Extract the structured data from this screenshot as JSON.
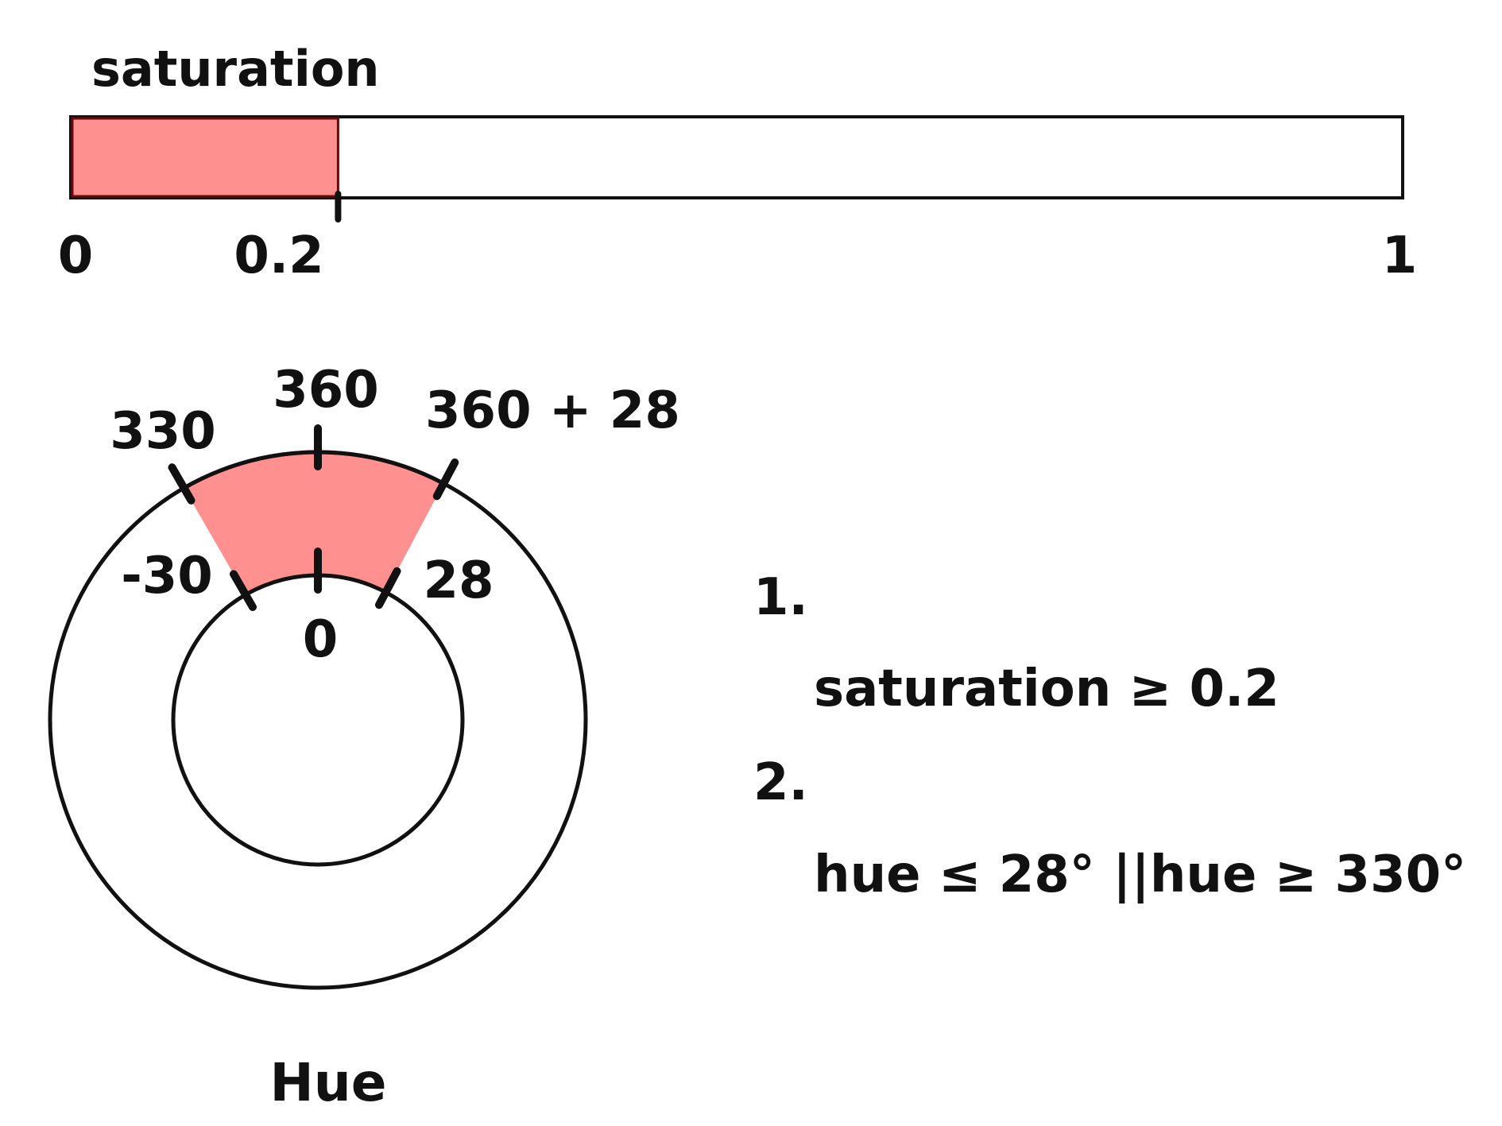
{
  "saturation": {
    "title": "saturation",
    "range": [
      0,
      1
    ],
    "threshold": 0.2,
    "tick_labels": {
      "min": "0",
      "threshold": "0.2",
      "max": "1"
    },
    "fill_color": "#ff9090",
    "edge_color": "#6b0a0a"
  },
  "hue": {
    "title": "Hue",
    "range_deg": [
      -30,
      28
    ],
    "inner_labels": {
      "left": "-30",
      "center": "0",
      "right": "28"
    },
    "outer_labels": {
      "left": "330",
      "center": "360",
      "right": "360 + 28"
    },
    "fill_color": "#ff9090",
    "edge_color": "#6b0a0a"
  },
  "conditions": {
    "items": [
      {
        "number": "1.",
        "text": "saturation ≥ 0.2"
      },
      {
        "number": "2.",
        "text": "hue ≤ 28° ||hue ≥ 330°"
      }
    ]
  }
}
